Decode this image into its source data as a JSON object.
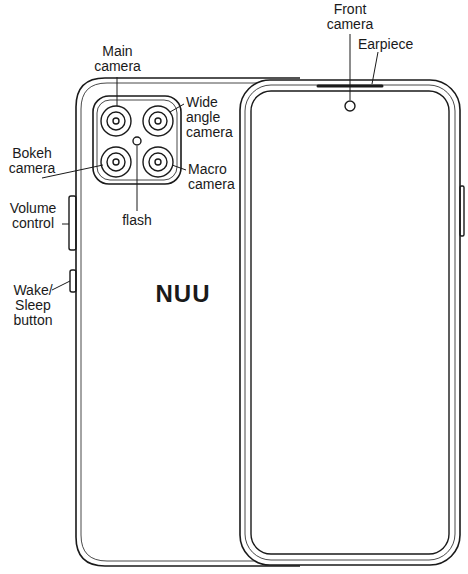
{
  "diagram": {
    "labels": [
      "Main camera",
      "Wide angle camera",
      "Bokeh camera",
      "Macro camera",
      "flash",
      "Volume control",
      "Wake/ Sleep button",
      "Front camera",
      "Earpiece",
      "NUU"
    ]
  }
}
